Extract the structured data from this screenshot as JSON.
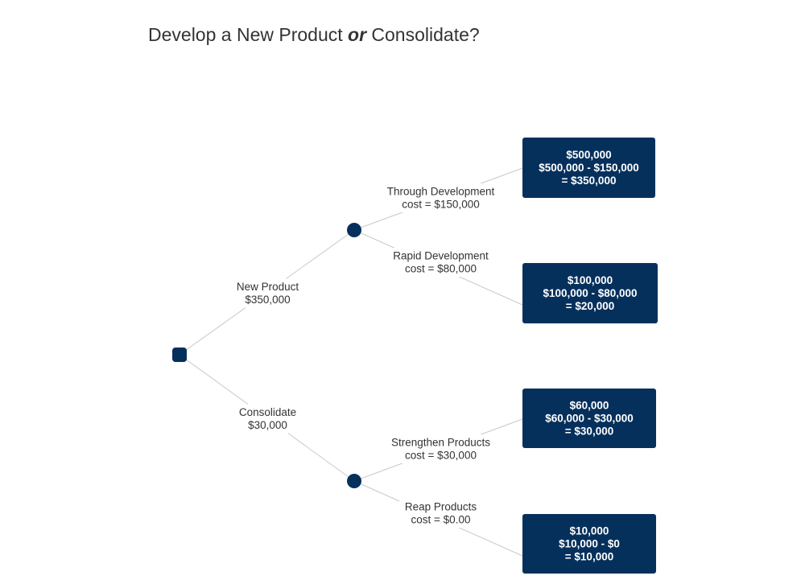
{
  "title": {
    "part1": "Develop a New Product ",
    "emphasis": "or",
    "part2": " Consolidate?"
  },
  "colors": {
    "node": "#06305c",
    "edge": "#c8c8c8",
    "label_text": "#333333",
    "leaf_text": "#ffffff"
  },
  "decision": {
    "shape": "rounded-square",
    "children": [
      {
        "label": [
          "New Product",
          "$350,000"
        ],
        "chance": {
          "shape": "circle",
          "children": [
            {
              "label": [
                "Through Development",
                "cost = $150,000"
              ],
              "outcome": [
                "$500,000",
                "$500,000 - $150,000",
                "= $350,000"
              ]
            },
            {
              "label": [
                "Rapid Development",
                "cost = $80,000"
              ],
              "outcome": [
                "$100,000",
                "$100,000 - $80,000",
                "= $20,000"
              ]
            }
          ]
        }
      },
      {
        "label": [
          "Consolidate",
          "$30,000"
        ],
        "chance": {
          "shape": "circle",
          "children": [
            {
              "label": [
                "Strengthen Products",
                "cost = $30,000"
              ],
              "outcome": [
                "$60,000",
                "$60,000 - $30,000",
                "= $30,000"
              ]
            },
            {
              "label": [
                "Reap Products",
                "cost = $0.00"
              ],
              "outcome": [
                "$10,000",
                "$10,000 - $0",
                "= $10,000"
              ]
            }
          ]
        }
      }
    ]
  }
}
